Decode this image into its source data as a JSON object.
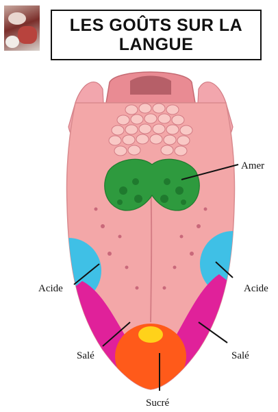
{
  "title": "LES GOÛTS SUR LA LANGUE",
  "labels": {
    "amer": "Amer",
    "acide_left": "Acide",
    "acide_right": "Acide",
    "sale_left": "Salé",
    "sale_right": "Salé",
    "sucre": "Sucré"
  },
  "colors": {
    "tongue": "#f3a7a8",
    "amer_zone": "#2e9a3e",
    "acide_zone": "#3fc0e6",
    "sale_zone": "#e0219a",
    "sucre_zone": "#ff5a1a"
  }
}
